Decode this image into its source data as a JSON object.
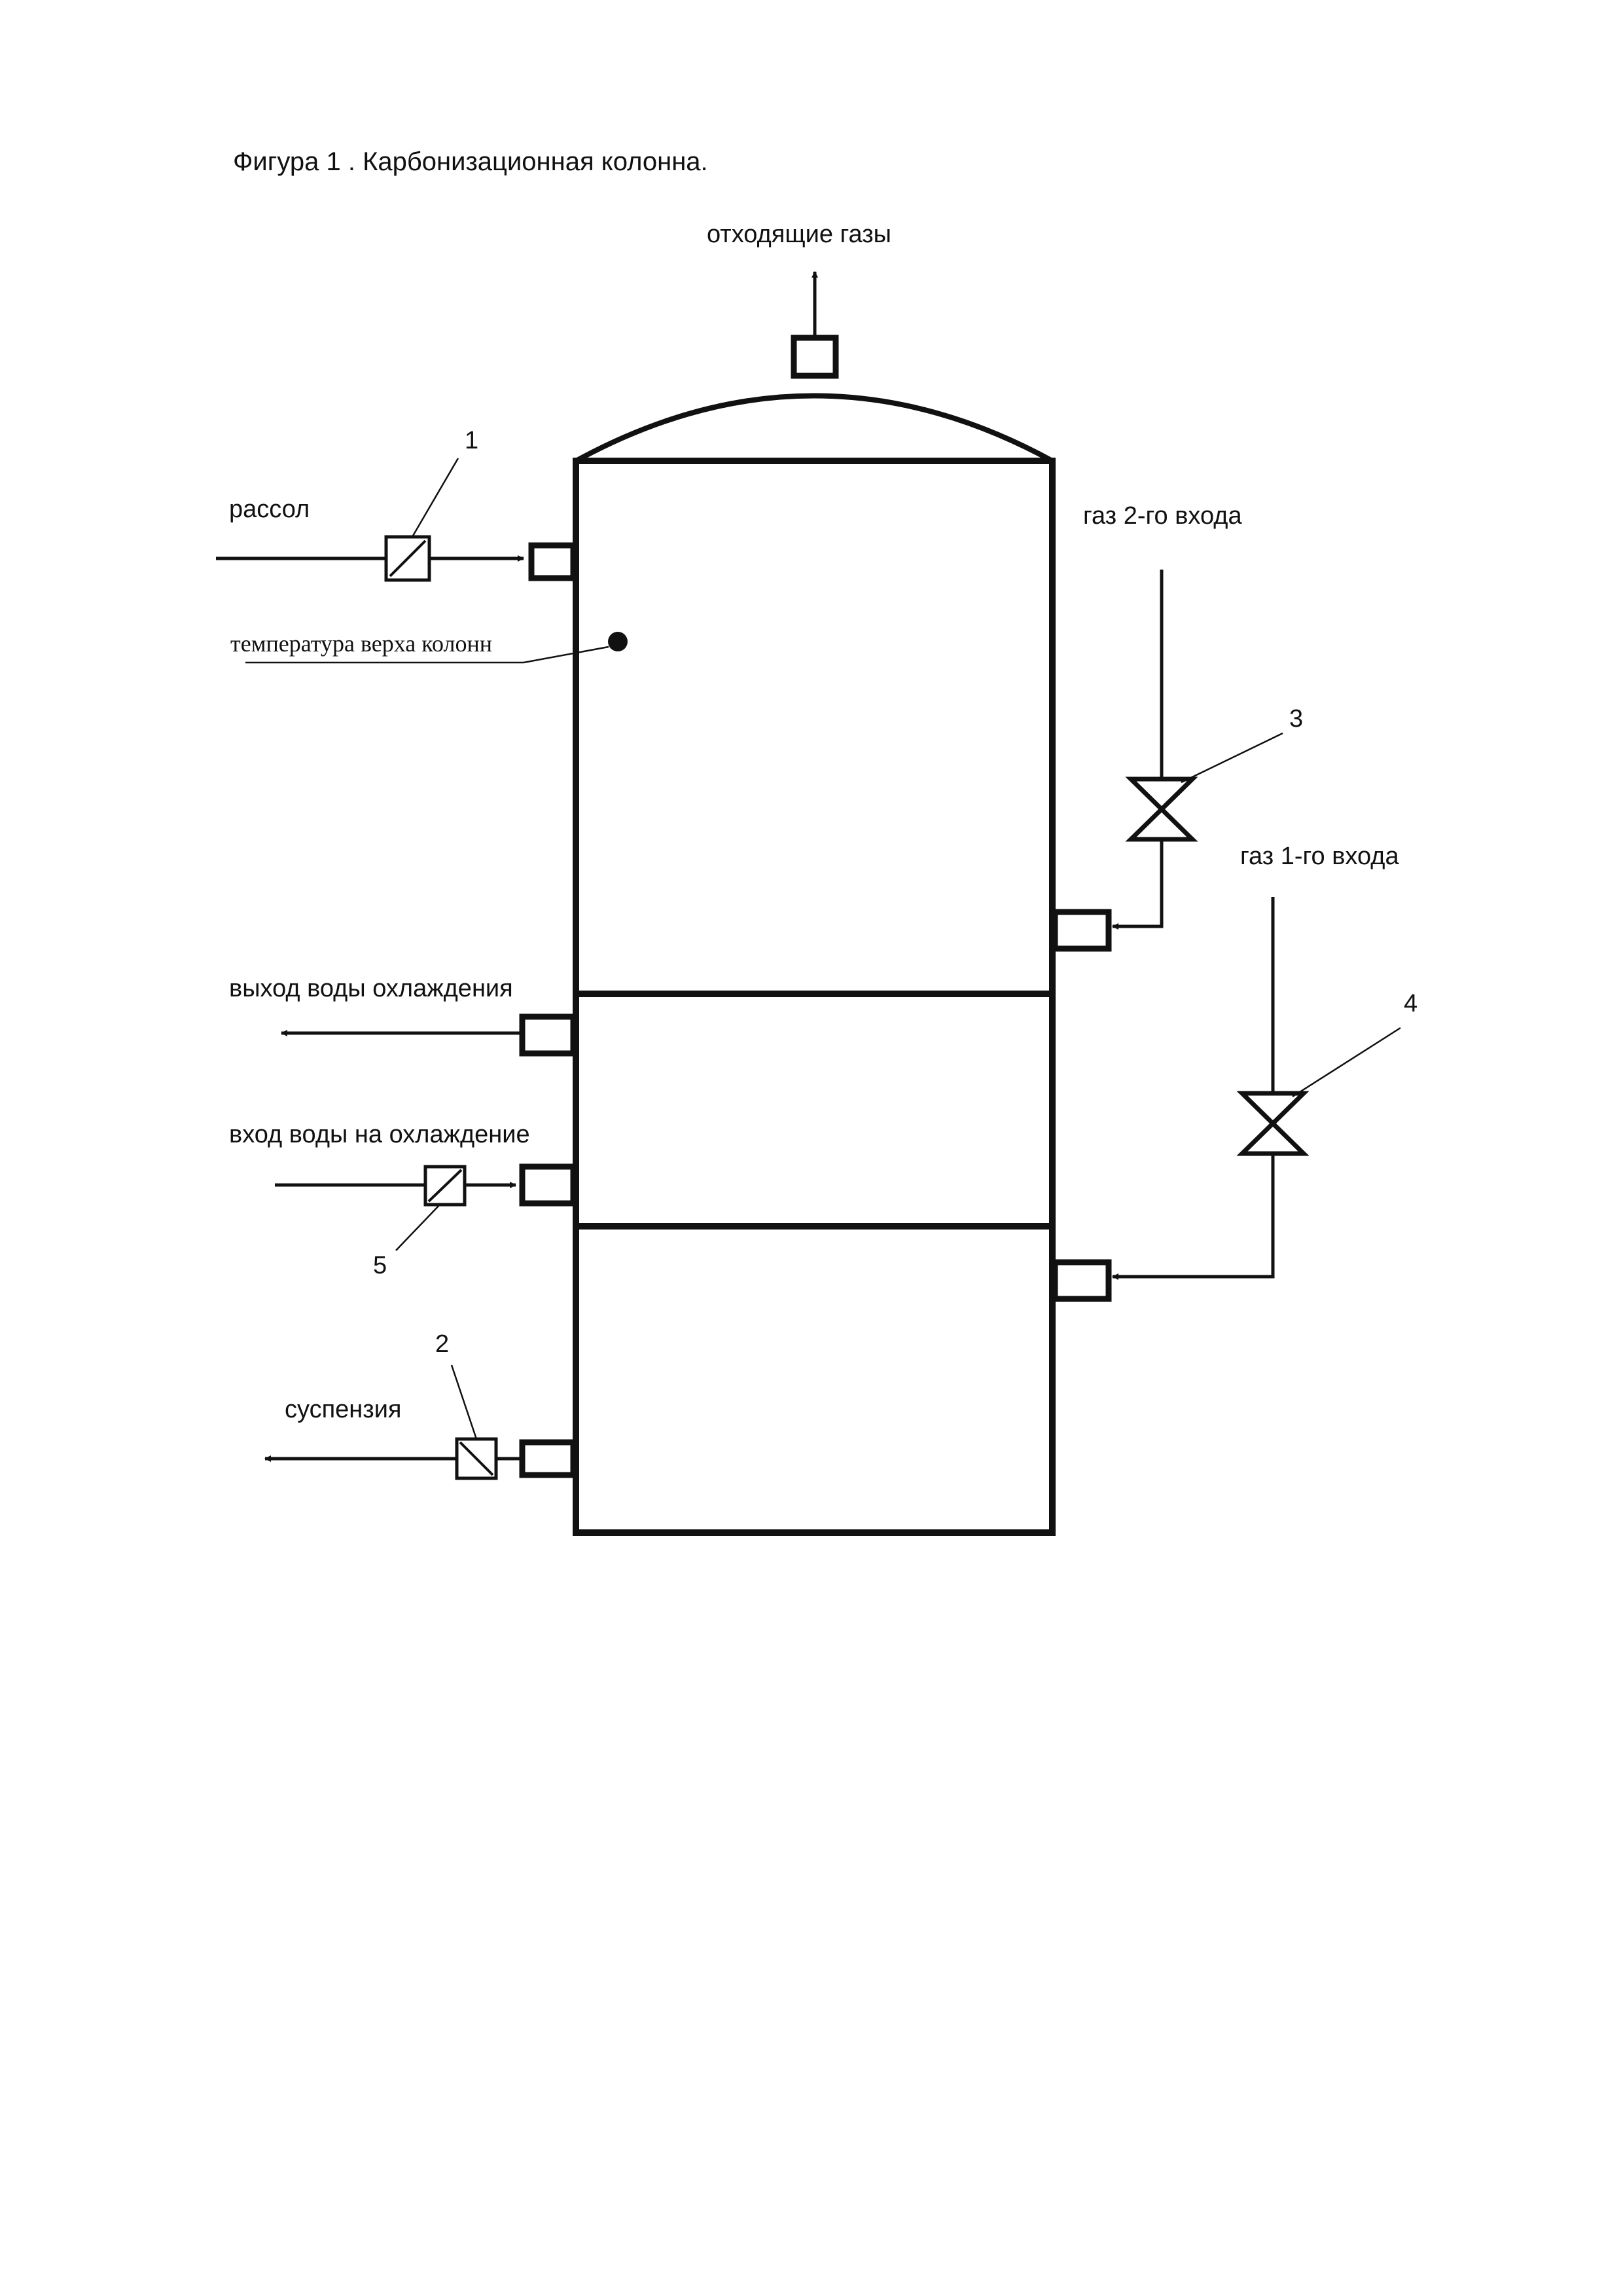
{
  "figure": {
    "title": "Фигура 1 . Карбонизационная колонна."
  },
  "labels": {
    "off_gas": "отходящие газы",
    "brine": "рассол",
    "top_temperature": "температура верха колонн",
    "gas_second_inlet": "газ 2-го входа",
    "gas_first_inlet": "газ 1-го входа",
    "cooling_water_out": "выход воды охлаждения",
    "cooling_water_in": "вход воды на охлаждение",
    "suspension": "суспензия"
  },
  "callouts": {
    "c1": "1",
    "c2": "2",
    "c3": "3",
    "c4": "4",
    "c5": "5"
  },
  "colors": {
    "ink": "#111111",
    "paper": "#ffffff"
  }
}
